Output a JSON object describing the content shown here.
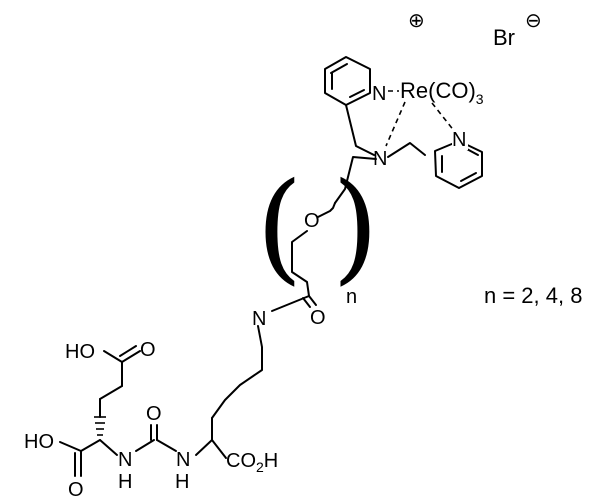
{
  "diagram": {
    "counterion": "Br",
    "counterion_charge": "⊖",
    "complex_charge": "⊕",
    "metal_label": "Re(CO)",
    "metal_subscript": "3",
    "repeat_n": "n",
    "n_values": "n = 2, 4, 8",
    "atoms": {
      "pyridine_n_top": "N",
      "pyridine_n_right": "N",
      "amine_n": "N",
      "ether_o": "O",
      "amide_n": "N",
      "amide_o": "O",
      "glu_side_ho": "HO",
      "glu_side_o": "O",
      "glu_ho": "HO",
      "glu_o": "O",
      "urea_o": "O",
      "urea_nh_left": "N",
      "urea_h_left": "H",
      "urea_nh_right": "N",
      "urea_h_right": "H",
      "lys_cooh": "CO",
      "lys_cooh_sub": "2",
      "lys_cooh_h": "H"
    }
  }
}
